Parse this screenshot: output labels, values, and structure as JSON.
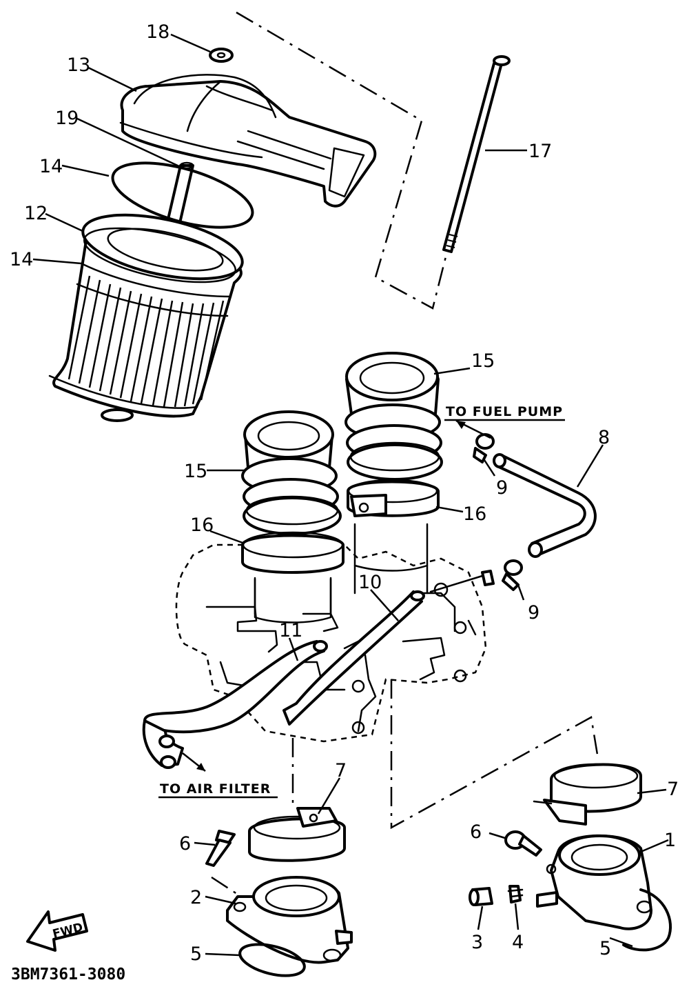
{
  "diagram": {
    "catalog_code": "3BM7361-3080",
    "fwd_label": "FWD",
    "notes": {
      "to_fuel_pump": "TO FUEL PUMP",
      "to_air_filter": "TO AIR FILTER"
    },
    "callouts": {
      "c18": "18",
      "c13": "13",
      "c19": "19",
      "c14a": "14",
      "c12": "12",
      "c14b": "14",
      "c17": "17",
      "c15a": "15",
      "c15b": "15",
      "c8": "8",
      "c9a": "9",
      "c16a": "16",
      "c16b": "16",
      "c10": "10",
      "c9b": "9",
      "c11": "11",
      "c7a": "7",
      "c7b": "7",
      "c6a": "6",
      "c6b": "6",
      "c1": "1",
      "c2": "2",
      "c3": "3",
      "c4": "4",
      "c5a": "5",
      "c5b": "5"
    }
  }
}
